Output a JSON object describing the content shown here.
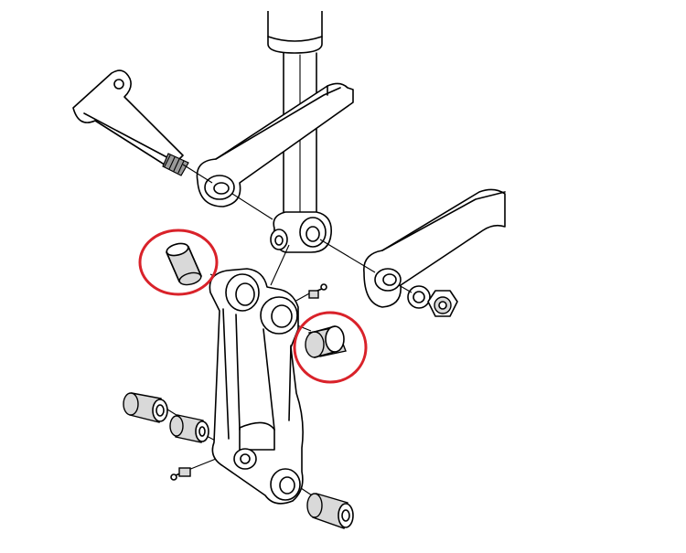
{
  "highlight_color": "#d9222a",
  "line_color": "#000000",
  "background": "#ffffff",
  "parts": {
    "boom_cylinder_rod": "cylinder-rod",
    "pin": "linkage-pin",
    "left_link_arm": "link-arm",
    "right_link_arm": "link-arm",
    "connecting_link": "h-link",
    "bushings": [
      "bushing-top-left",
      "bushing-mid-right",
      "bushing-lower-left-1",
      "bushing-lower-left-2",
      "bushing-bottom-right"
    ],
    "grease_fittings": [
      "grease-fitting-upper",
      "grease-fitting-lower"
    ],
    "nut": "lock-nut",
    "washer": "washer"
  },
  "highlighted_parts": [
    "bushing-top-left",
    "bushing-mid-right"
  ]
}
